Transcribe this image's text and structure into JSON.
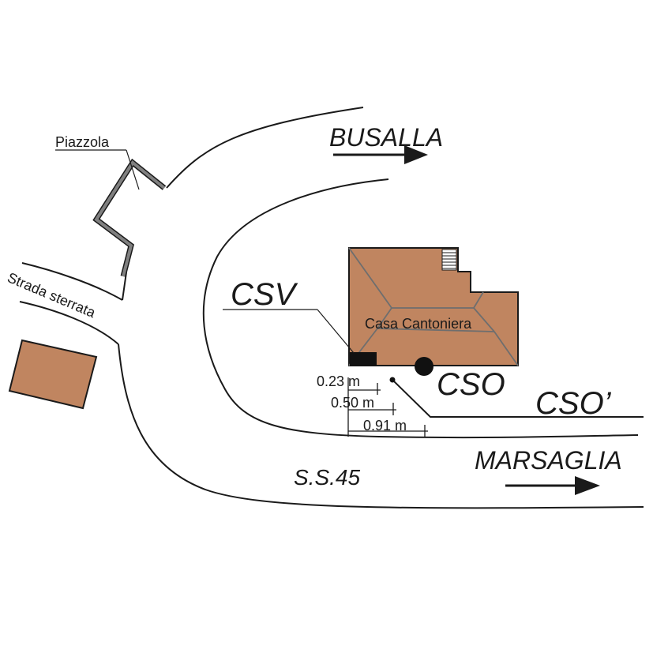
{
  "labels": {
    "busalla": "BUSALLA",
    "marsaglia": "MARSAGLIA",
    "road_name": "S.S.45",
    "piazzola": "Piazzola",
    "strada_sterrata": "Strada sterrata",
    "building": "Casa Cantoniera",
    "csv": "CSV",
    "cso": "CSO",
    "cso_prime": "CSO’"
  },
  "distances": {
    "d1": "0.23 m",
    "d2": "0.50 m",
    "d3": "0.91 m"
  },
  "colors": {
    "building": "#C08560",
    "roof_lines": "#6e6e6e",
    "piazzola": "#808080",
    "ink": "#1a1a1a"
  }
}
